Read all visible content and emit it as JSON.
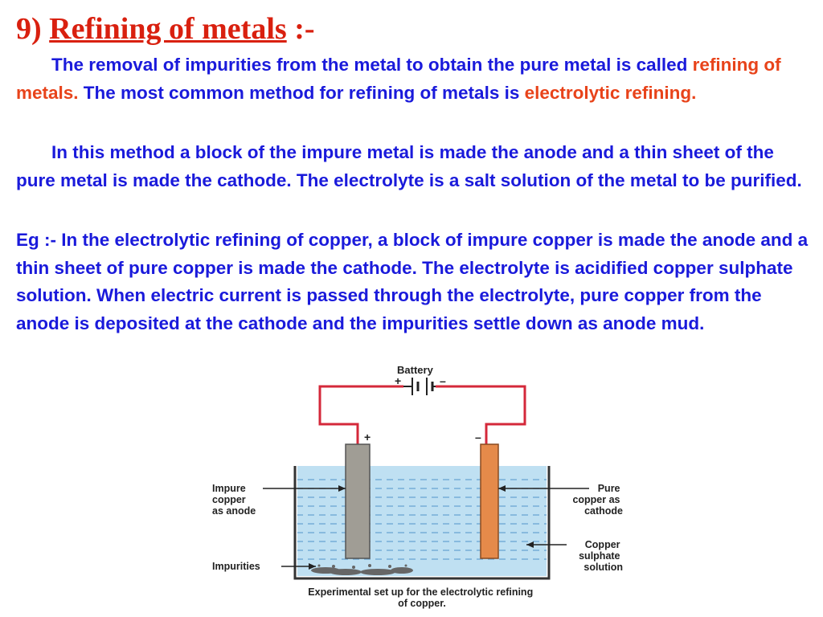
{
  "title": {
    "number": "9)",
    "main": "Refining of metals",
    "suffix": ":-"
  },
  "paragraphs": {
    "p1": {
      "text_a": "The removal of impurities from the metal to obtain the pure metal is called ",
      "highlight_a": "refining of metals.",
      "text_b": " The most common method for refining of metals is ",
      "highlight_b": "electrolytic refining."
    },
    "p2": {
      "text": "In this method a block of the impure metal is made the anode and a thin sheet of the pure metal is made the cathode. The electrolyte is a salt solution of the metal to be purified."
    },
    "p3": {
      "text": "Eg :- In the electrolytic refining of copper, a block of impure copper is made the anode and a thin sheet of pure copper is made the cathode. The electrolyte is acidified copper sulphate solution. When electric current is passed through the electrolyte, pure copper from the anode is deposited at the cathode and the impurities settle down as anode mud."
    }
  },
  "diagram": {
    "battery_label": "Battery",
    "battery_plus": "+",
    "battery_minus": "–",
    "anode_sign": "+",
    "cathode_sign": "–",
    "impure_label": [
      "Impure",
      "copper",
      "as anode"
    ],
    "pure_label": [
      "Pure",
      "copper as",
      "cathode"
    ],
    "solution_label": [
      "Copper",
      "sulphate",
      "solution"
    ],
    "impurities_label": "Impurities",
    "caption": [
      "Experimental set up for the electrolytic refining",
      "of copper."
    ]
  },
  "colors": {
    "title": "#d9200f",
    "body_text": "#1a1adb",
    "highlight": "#e8431a",
    "wire": "#d4283a",
    "solution": "#bfe0f2",
    "anode": "#a09d95",
    "cathode": "#e58a4a"
  }
}
